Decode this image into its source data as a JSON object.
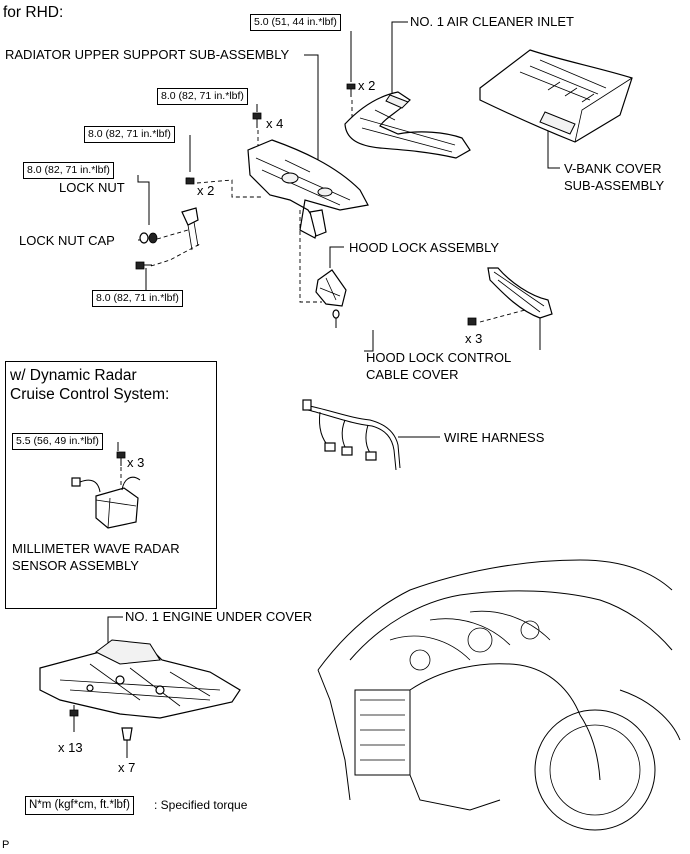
{
  "header": {
    "title": "for RHD:"
  },
  "torque": {
    "air_cleaner": "5.0 (51, 44 in.*lbf)",
    "upper_support_x4": "8.0 (82, 71 in.*lbf)",
    "upper_support_x2": "8.0 (82, 71 in.*lbf)",
    "lock_nut": "8.0 (82, 71 in.*lbf)",
    "lower_bolt": "8.0 (82, 71 in.*lbf)",
    "radar": "5.5 (56, 49 in.*lbf)"
  },
  "labels": {
    "air_cleaner_inlet": "NO. 1 AIR CLEANER INLET",
    "radiator_support": "RADIATOR UPPER SUPPORT SUB-ASSEMBLY",
    "v_bank_cover_1": "V-BANK COVER",
    "v_bank_cover_2": "SUB-ASSEMBLY",
    "lock_nut": "LOCK NUT",
    "lock_nut_cap": "LOCK NUT CAP",
    "hood_lock": "HOOD LOCK ASSEMBLY",
    "hood_lock_cable_1": "HOOD LOCK CONTROL",
    "hood_lock_cable_2": "CABLE COVER",
    "wire_harness": "WIRE HARNESS",
    "radar_box_title_1": "w/ Dynamic Radar",
    "radar_box_title_2": "Cruise Control System:",
    "radar_sensor_1": "MILLIMETER WAVE RADAR",
    "radar_sensor_2": "SENSOR ASSEMBLY",
    "engine_under_cover": "NO. 1 ENGINE UNDER COVER"
  },
  "quantities": {
    "air_cleaner": "x 2",
    "upper_support_top": "x 4",
    "upper_support_side": "x 2",
    "cable_cover": "x 3",
    "radar": "x 3",
    "under_cover_a": "x 13",
    "under_cover_b": "x 7"
  },
  "legend": {
    "unit": "N*m (kgf*cm, ft.*lbf)",
    "text": ": Specified torque"
  },
  "footer": {
    "code": "P"
  }
}
